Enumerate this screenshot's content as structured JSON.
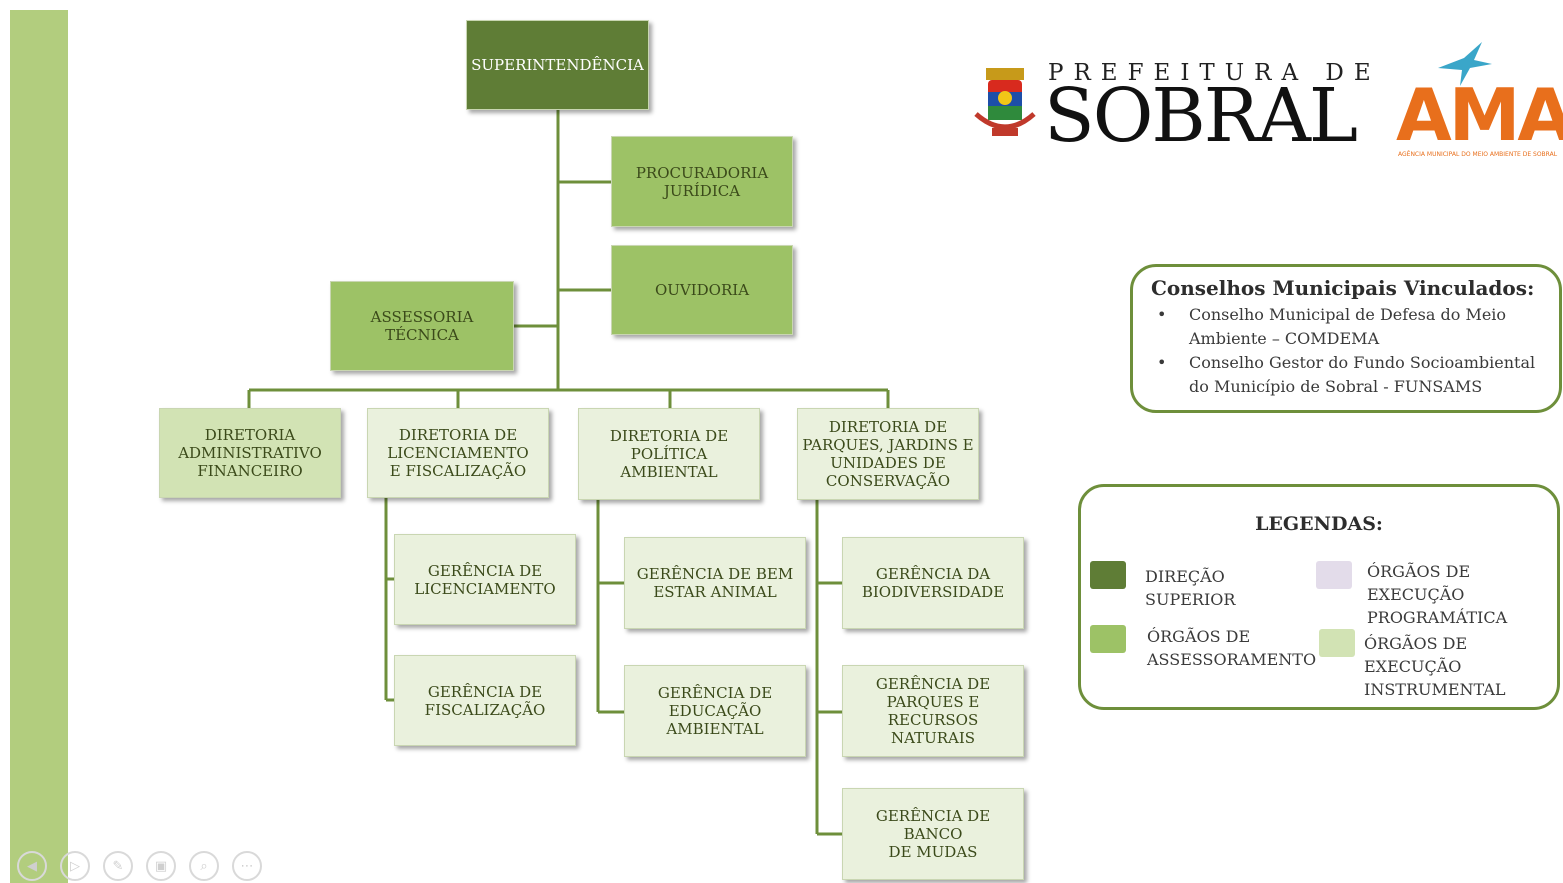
{
  "org_chart": {
    "superintendencia": "SUPERINTENDÊNCIA",
    "procuradoria": "PROCURADORIA\nJURÍDICA",
    "ouvidoria": "OUVIDORIA",
    "assessoria": "ASSESSORIA TÉCNICA",
    "dir_adm": "DIRETORIA\nADMINISTRATIVO\nFINANCEIRO",
    "dir_lic": "DIRETORIA DE\nLICENCIAMENTO\nE FISCALIZAÇÃO",
    "dir_pol": "DIRETORIA DE\nPOLÍTICA AMBIENTAL",
    "dir_par": "DIRETORIA DE\nPARQUES, JARDINS E\nUNIDADES DE\nCONSERVAÇÃO",
    "ger_lic": "GERÊNCIA DE\nLICENCIAMENTO",
    "ger_fis": "GERÊNCIA DE\nFISCALIZAÇÃO",
    "ger_bem": "GERÊNCIA DE BEM\nESTAR ANIMAL",
    "ger_edu": "GERÊNCIA DE\nEDUCAÇÃO\nAMBIENTAL",
    "ger_bio": "GERÊNCIA DA\nBIODIVERSIDADE",
    "ger_par": "GERÊNCIA DE\nPARQUES E RECURSOS\nNATURAIS",
    "ger_ban": "GERÊNCIA DE BANCO\nDE MUDAS"
  },
  "logos": {
    "prefeitura_top": "PREFEITURA DE",
    "prefeitura_main": "SOBRAL",
    "ama": "AMA",
    "ama_sub": "AGÊNCIA MUNICIPAL DO MEIO AMBIENTE DE SOBRAL"
  },
  "councils": {
    "title": "Conselhos Municipais Vinculados:",
    "items": [
      "Conselho Municipal de Defesa do Meio Ambiente – COMDEMA",
      "Conselho Gestor do Fundo Socioambiental do Município de Sobral - FUNSAMS"
    ]
  },
  "legend": {
    "title": "LEGENDAS:",
    "items": [
      {
        "label": "DIREÇÃO\nSUPERIOR",
        "color": "#5f7d36"
      },
      {
        "label": "ÓRGÃOS DE\nASSESSORAMENTO",
        "color": "#9dc266"
      },
      {
        "label": "ÓRGÃOS DE\nEXECUÇÃO\nPROGRAMÁTICA",
        "color": "#e3dcea"
      },
      {
        "label": "ÓRGÃOS DE EXECUÇÃO\nINSTRUMENTAL",
        "color": "#d2e3b4"
      }
    ]
  },
  "colors": {
    "connector": "#6e8f3b",
    "sidebar": "#b2cd7e"
  },
  "slide_controls": [
    "previous-icon",
    "play-icon",
    "pen-icon",
    "slides-icon",
    "zoom-icon",
    "more-icon"
  ]
}
